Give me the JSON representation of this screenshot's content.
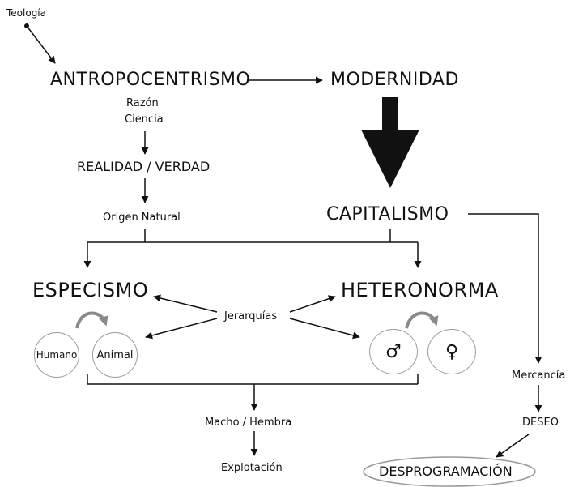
{
  "nodes": {
    "teologia": "Teología",
    "antropocentrismo": "ANTROPOCENTRISMO",
    "modernidad": "MODERNIDAD",
    "razon": "Razón",
    "ciencia": "Ciencia",
    "realidad_verdad": "REALIDAD / VERDAD",
    "origen_natural": "Origen Natural",
    "capitalismo": "CAPITALISMO",
    "especismo": "ESPECISMO",
    "heteronorma": "HETERONORMA",
    "jerarquias": "Jerarquías",
    "humano": "Humano",
    "animal": "Animal",
    "male_symbol": "♂",
    "female_symbol": "♀",
    "mercancia": "Mercancía",
    "deseo": "DESEO",
    "macho_hembra": "Macho / Hembra",
    "explotacion": "Explotación",
    "desprogramacion": "DESPROGRAMACIÓN"
  },
  "colors": {
    "line": "#111111",
    "circle_outline": "#9a9a9a",
    "cycle_arrow": "#8a8a8a"
  }
}
